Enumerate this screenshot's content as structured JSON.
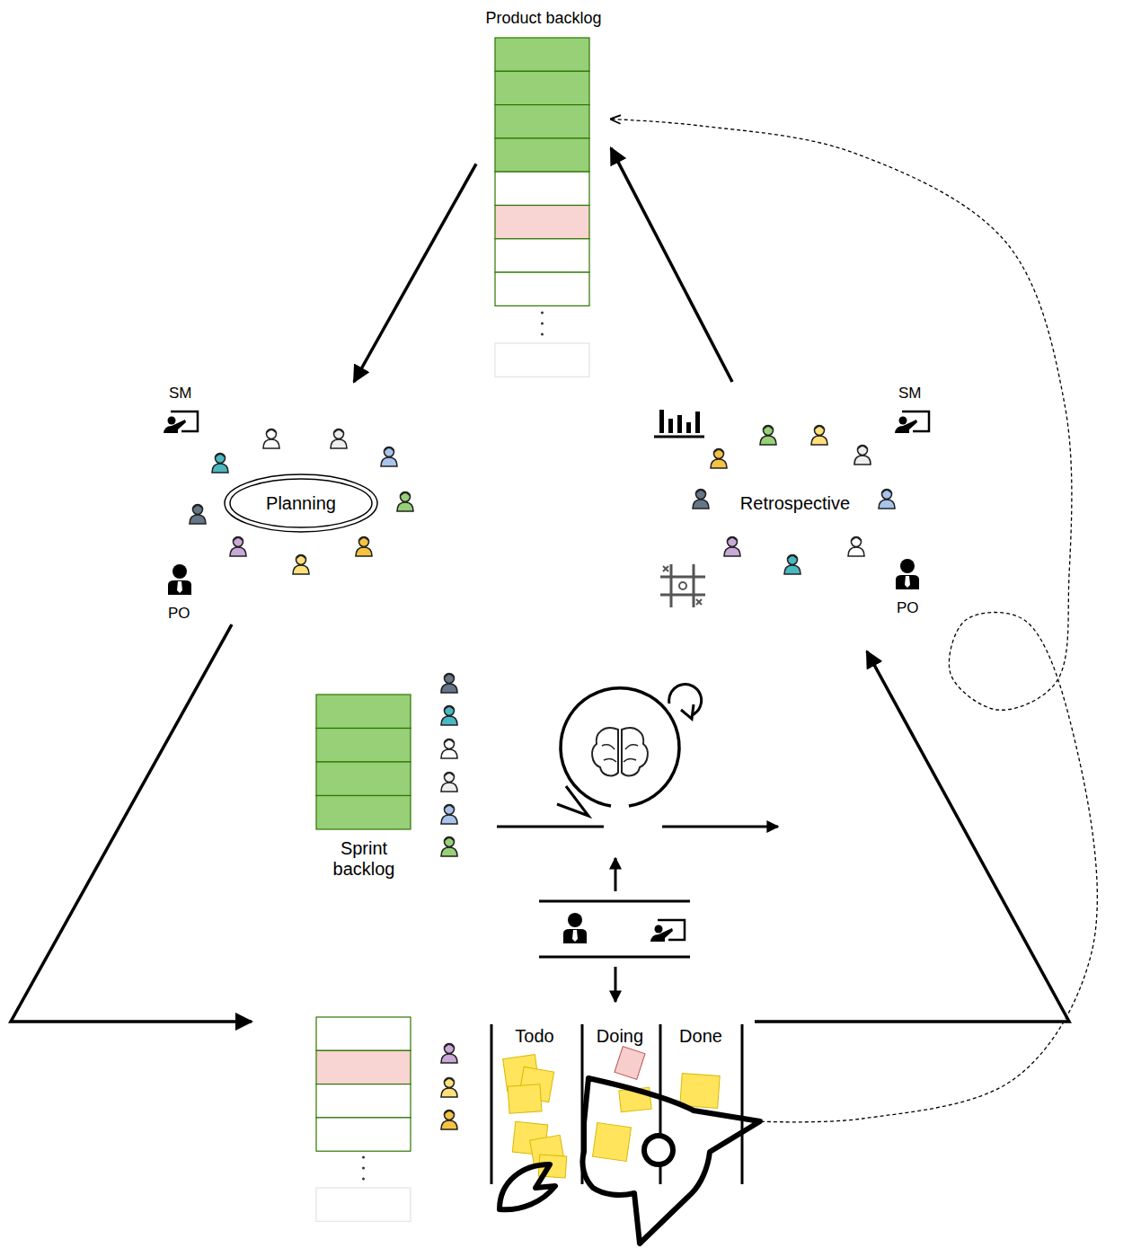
{
  "diagram": {
    "nodes": [
      {
        "text": [
          "Product backlog"
        ]
      },
      {
        "text": [
          "Planning"
        ]
      },
      {
        "text": [
          "Retrospective"
        ]
      },
      {
        "text": [
          "Sprint backlog"
        ]
      },
      {
        "text": [
          "Todo",
          "Doing",
          "Done"
        ]
      }
    ],
    "edges": [
      {
        "from": 0,
        "to": 1,
        "arrow": "to"
      },
      {
        "from": 1,
        "to": 4,
        "arrow": "to"
      },
      {
        "from": 4,
        "to": 2,
        "arrow": "to"
      },
      {
        "from": 2,
        "to": 0,
        "arrow": "to"
      },
      {
        "from": 4,
        "to": 0,
        "arrow": "to"
      }
    ],
    "labels": [
      "SM",
      "PO",
      "SM",
      "PO"
    ]
  }
}
